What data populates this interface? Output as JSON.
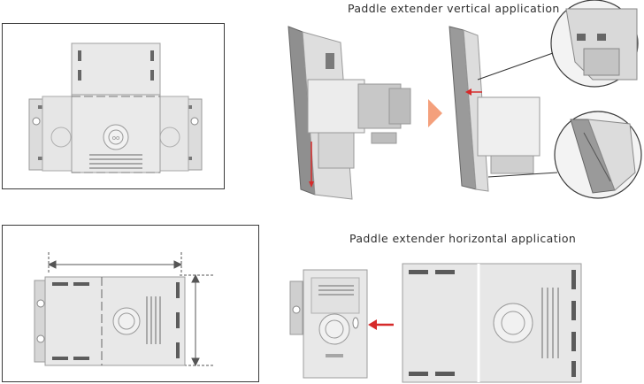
{
  "captions": {
    "vertical": "Paddle extender vertical application",
    "horizontal": "Paddle extender horizontal application"
  },
  "colors": {
    "frame_border": "#3a3a3a",
    "part_fill": "#e7e7e7",
    "part_shade": "#cfcfcf",
    "part_dark": "#8e8e8e",
    "slot": "#5a5a5a",
    "arrow_red": "#d62a2a",
    "arrow_orange": "#f08a5d",
    "dimension_line": "#555555",
    "callout_line": "#333333"
  },
  "icons": [
    "logo-emblem",
    "direction-arrow",
    "dimension-arrow",
    "magnifier-callout"
  ]
}
